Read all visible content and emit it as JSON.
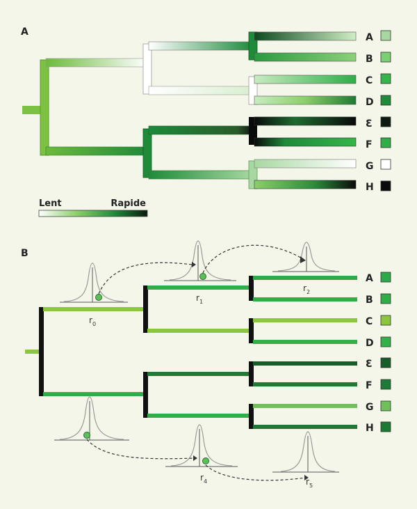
{
  "panel_a": {
    "label": "A",
    "legend": {
      "slow": "Lent",
      "fast": "Rapide"
    },
    "leaves": [
      {
        "id": "A",
        "label": "A",
        "color": "#a8d8a2"
      },
      {
        "id": "B",
        "label": "B",
        "color": "#7dcf73"
      },
      {
        "id": "C",
        "label": "C",
        "color": "#35b54a"
      },
      {
        "id": "D",
        "label": "D",
        "color": "#1e8a3a"
      },
      {
        "id": "E",
        "label": "Ɛ",
        "color": "#0e1a10"
      },
      {
        "id": "F",
        "label": "F",
        "color": "#2fae48"
      },
      {
        "id": "G",
        "label": "G",
        "color": "#ffffff"
      },
      {
        "id": "H",
        "label": "H",
        "color": "#0a0a0a"
      }
    ]
  },
  "panel_b": {
    "label": "B",
    "leaves": [
      {
        "id": "A",
        "label": "A",
        "color": "#2da84a"
      },
      {
        "id": "B",
        "label": "B",
        "color": "#2fae48"
      },
      {
        "id": "C",
        "label": "C",
        "color": "#8cc63f"
      },
      {
        "id": "D",
        "label": "D",
        "color": "#32b04a"
      },
      {
        "id": "E",
        "label": "Ɛ",
        "color": "#155e2a"
      },
      {
        "id": "F",
        "label": "F",
        "color": "#1e7a35"
      },
      {
        "id": "G",
        "label": "G",
        "color": "#6fc05a"
      },
      {
        "id": "H",
        "label": "H",
        "color": "#1d7a34"
      }
    ],
    "rates": [
      {
        "id": "r0",
        "main": "r",
        "sub": "0"
      },
      {
        "id": "r1",
        "main": "r",
        "sub": "1"
      },
      {
        "id": "r2",
        "main": "r",
        "sub": "2"
      },
      {
        "id": "r4",
        "main": "r",
        "sub": "4"
      },
      {
        "id": "r5",
        "main": "r",
        "sub": "5"
      }
    ]
  }
}
